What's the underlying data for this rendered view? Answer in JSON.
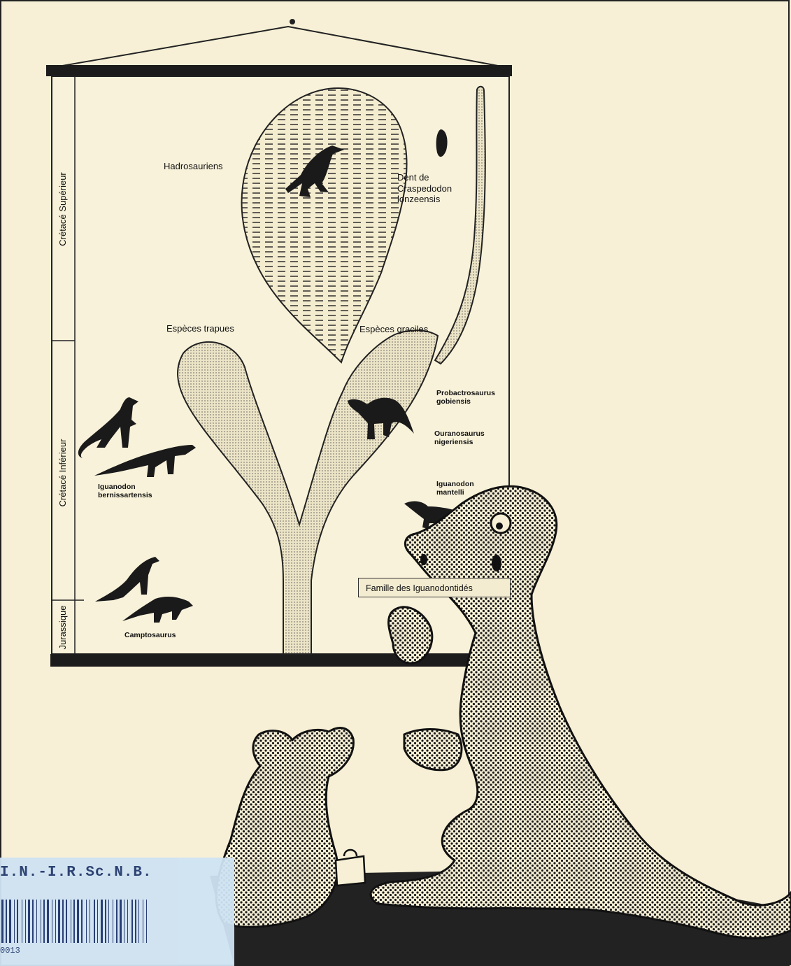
{
  "labels": {
    "hadrosauriens": "Hadrosauriens",
    "dent_de": "Dent de\nCraspedodon\nlonzeensis",
    "especes_trapues": "Espèces trapues",
    "especes_graciles": "Espèces graciles",
    "probactrosaurus": "Probactrosaurus\ngobiensis",
    "ouranosaurus": "Ouranosaurus\nnigeriensis",
    "iguanodon_mantelli": "Iguanodon\nmantelli",
    "iguanodon_bern": "Iguanodon\nbernissartensis",
    "camptosaurus": "Camptosaurus",
    "family_sign": "Famille des Iguanodontidés"
  },
  "periods": {
    "cretace_superieur": "Crétacé Supérieur",
    "cretace_inferieur": "Crétacé Inférieur",
    "jurassique": "Jurassique"
  },
  "stamp": {
    "text": "I.N.-I.R.Sc.N.B.",
    "number": "0013"
  },
  "colors": {
    "paper": "#f7f0d6",
    "ink": "#111111",
    "stamp_blue": "#cfe3f3",
    "stamp_ink": "#233a6e"
  }
}
